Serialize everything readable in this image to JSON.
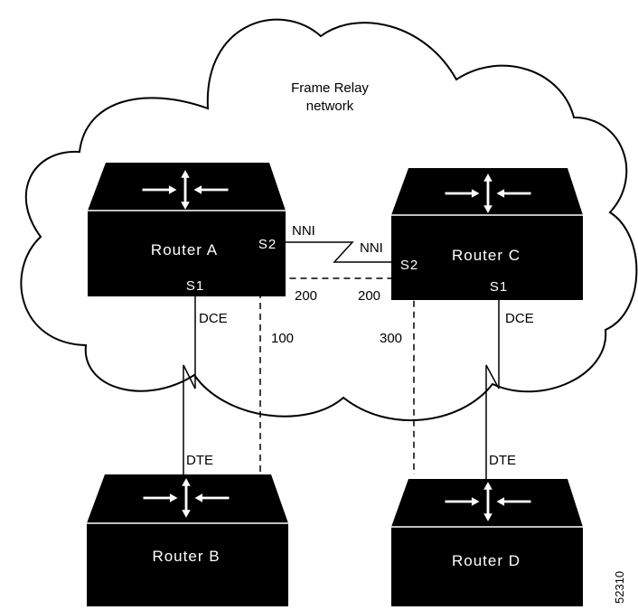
{
  "network": {
    "line1": "Frame Relay",
    "line2": "network"
  },
  "routers": {
    "a": {
      "name": "Router A",
      "port_s1": "S1",
      "port_s2": "S2"
    },
    "b": {
      "name": "Router B"
    },
    "c": {
      "name": "Router C",
      "port_s1": "S1",
      "port_s2": "S2"
    },
    "d": {
      "name": "Router D"
    }
  },
  "links": {
    "nni_a": "NNI",
    "nni_c": "NNI",
    "dce_a": "DCE",
    "dce_c": "DCE",
    "dte_b": "DTE",
    "dte_d": "DTE"
  },
  "dlci": {
    "a_to_c": "200",
    "c_to_a": "200",
    "b": "100",
    "d": "300"
  },
  "figure_id": "52310",
  "colors": {
    "router": "#000000",
    "lines": "#000000",
    "background": "#ffffff"
  }
}
